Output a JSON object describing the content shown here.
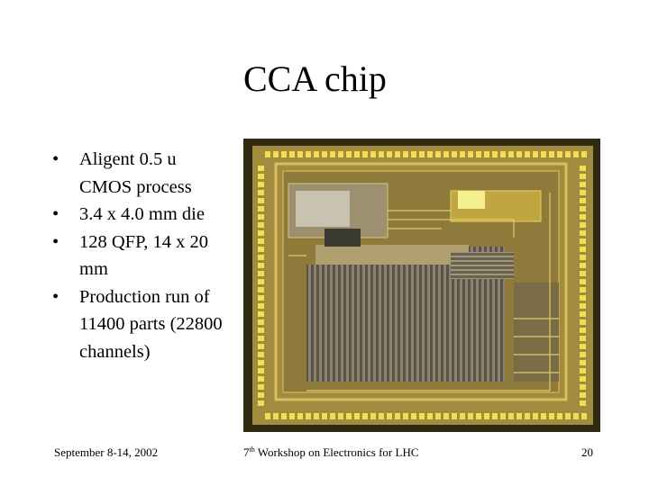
{
  "slide": {
    "title": "CCA chip",
    "bullets": [
      "Aligent 0.5 u CMOS process",
      "3.4 x 4.0 mm die",
      "128 QFP, 14 x 20 mm",
      "Production run of 11400 parts (22800 channels)"
    ],
    "bullet_symbol": "•",
    "image": {
      "description_icon": "chip-die-photo",
      "colors": {
        "frame": "#2f2a12",
        "die": "#a28a3e",
        "pad": "#f2de52",
        "metal": "#5a5448",
        "label_block": "#f4f090"
      }
    }
  },
  "footer": {
    "date": "September 8-14, 2002",
    "workshop_prefix": "7",
    "workshop_sup": "th",
    "workshop_rest": " Workshop on Electronics for LHC",
    "page_number": "20"
  }
}
